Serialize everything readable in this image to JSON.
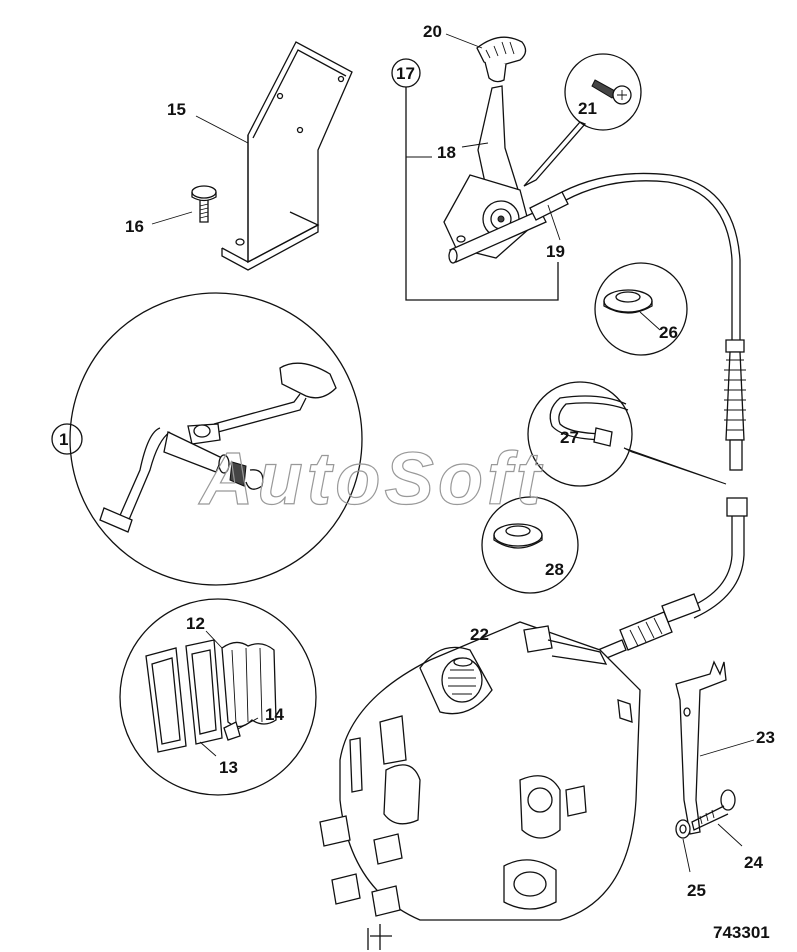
{
  "diagram": {
    "reference_number": "743301",
    "watermark": "AutoSoft",
    "callouts": {
      "c1": "1",
      "c12": "12",
      "c13": "13",
      "c14": "14",
      "c15": "15",
      "c16": "16",
      "c17": "17",
      "c18": "18",
      "c19": "19",
      "c20": "20",
      "c21": "21",
      "c22": "22",
      "c23": "23",
      "c24": "24",
      "c25": "25",
      "c26": "26",
      "c27": "27",
      "c28": "28"
    }
  }
}
